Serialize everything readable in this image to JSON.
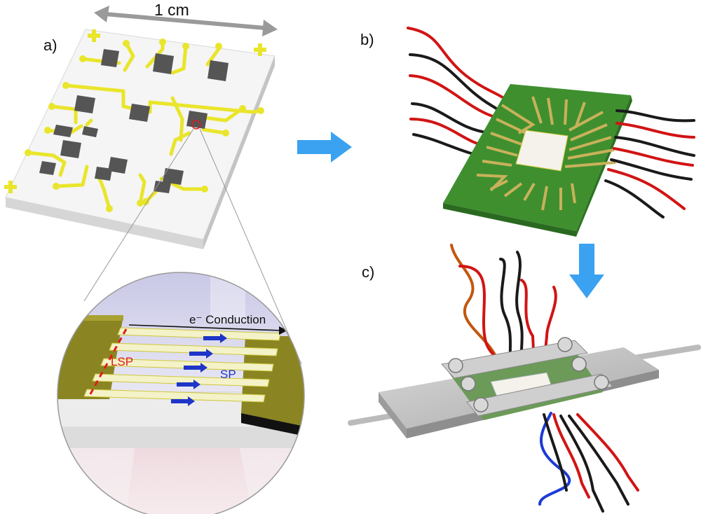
{
  "figure": {
    "scale_label": "1 cm",
    "panel_a_label": "a)",
    "panel_b_label": "b)",
    "panel_c_label": "c)",
    "inset": {
      "conduction_label": "e⁻ Conduction",
      "lsp_label": "LSP",
      "sp_label": "SP"
    }
  },
  "colors": {
    "substrate": "#eeeeee",
    "gold_trace": "#e9e52b",
    "pad": "#555555",
    "pcb_green": "#3f8f2f",
    "arrow_blue": "#3aa2f0",
    "wire_red": "#d11414",
    "wire_black": "#1a1a1a",
    "wire_blue": "#1d3ad6",
    "lsp_red": "#e01b1b",
    "sp_blue": "#1e35c8"
  },
  "icons": {
    "flow_arrow_right": "arrow-right-icon",
    "flow_arrow_down": "arrow-down-icon",
    "scale_arrow": "double-arrow-icon"
  }
}
